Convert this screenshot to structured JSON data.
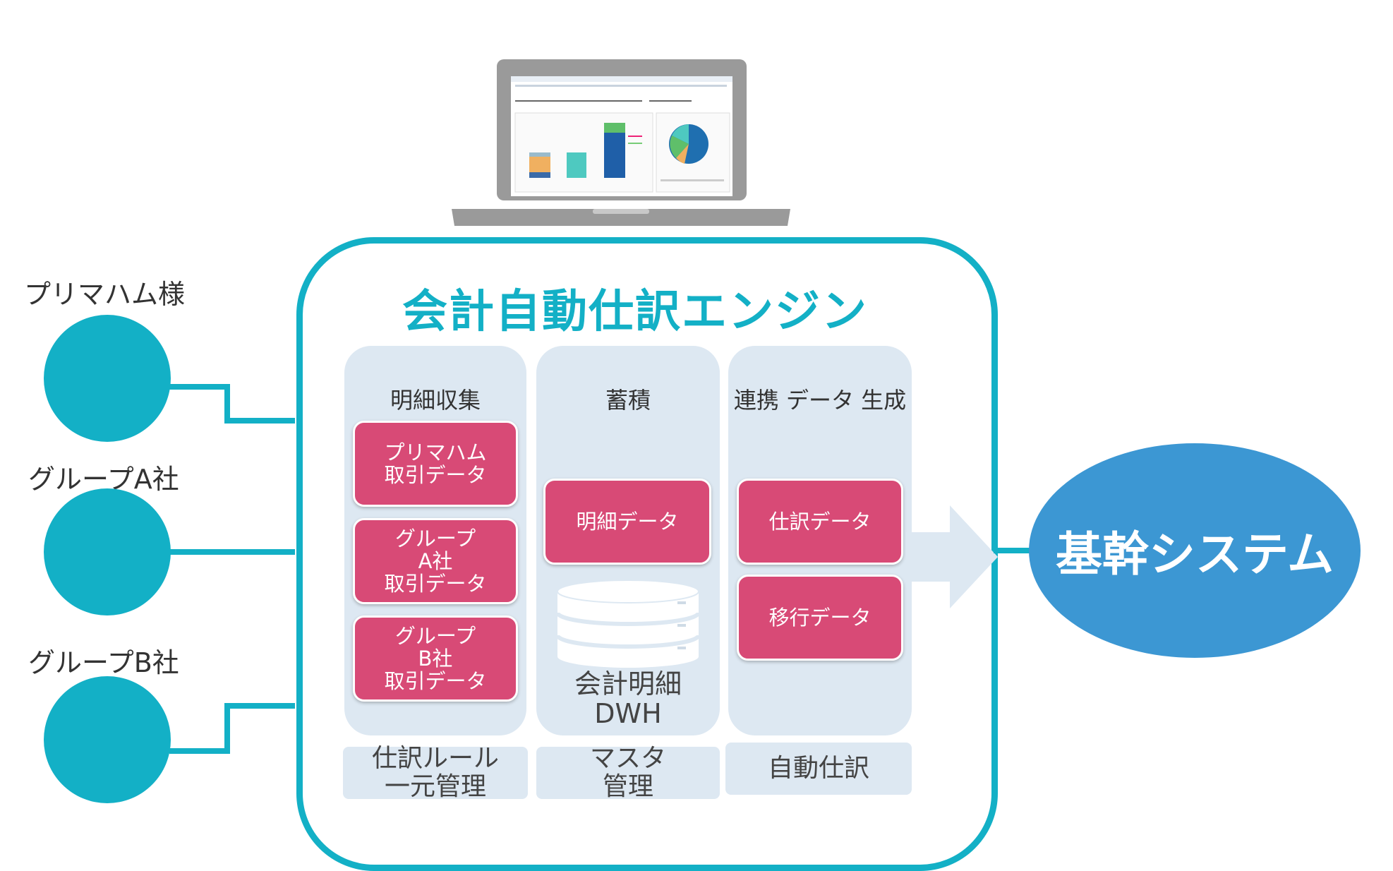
{
  "sources": [
    {
      "label": "プリマハム様"
    },
    {
      "label": "グループA社"
    },
    {
      "label": "グループB社"
    }
  ],
  "engine": {
    "title": "会計自動仕訳エンジン",
    "columns": [
      {
        "title": "明細収集",
        "cards": [
          "プリマハム\n取引データ",
          "グループ\nA社\n取引データ",
          "グループ\nB社\n取引データ"
        ],
        "footer": "仕訳ルール\n一元管理"
      },
      {
        "title": "蓄積",
        "cards": [
          "明細データ"
        ],
        "storage_label": "会計明細\nDWH",
        "footer": "マスタ\n管理"
      },
      {
        "title": "連携\nデータ\n生成",
        "cards": [
          "仕訳データ",
          "移行データ"
        ],
        "footer": "自動仕訳"
      }
    ]
  },
  "target": {
    "label": "基幹システム"
  },
  "colors": {
    "accent": "#13b0c6",
    "card": "#d84a76",
    "panel": "#dde8f2",
    "core": "#3c97d3",
    "laptop": "#999999"
  },
  "icons": {
    "laptop": "laptop-dashboard-icon",
    "database": "database-icon",
    "arrow": "right-arrow-icon"
  }
}
